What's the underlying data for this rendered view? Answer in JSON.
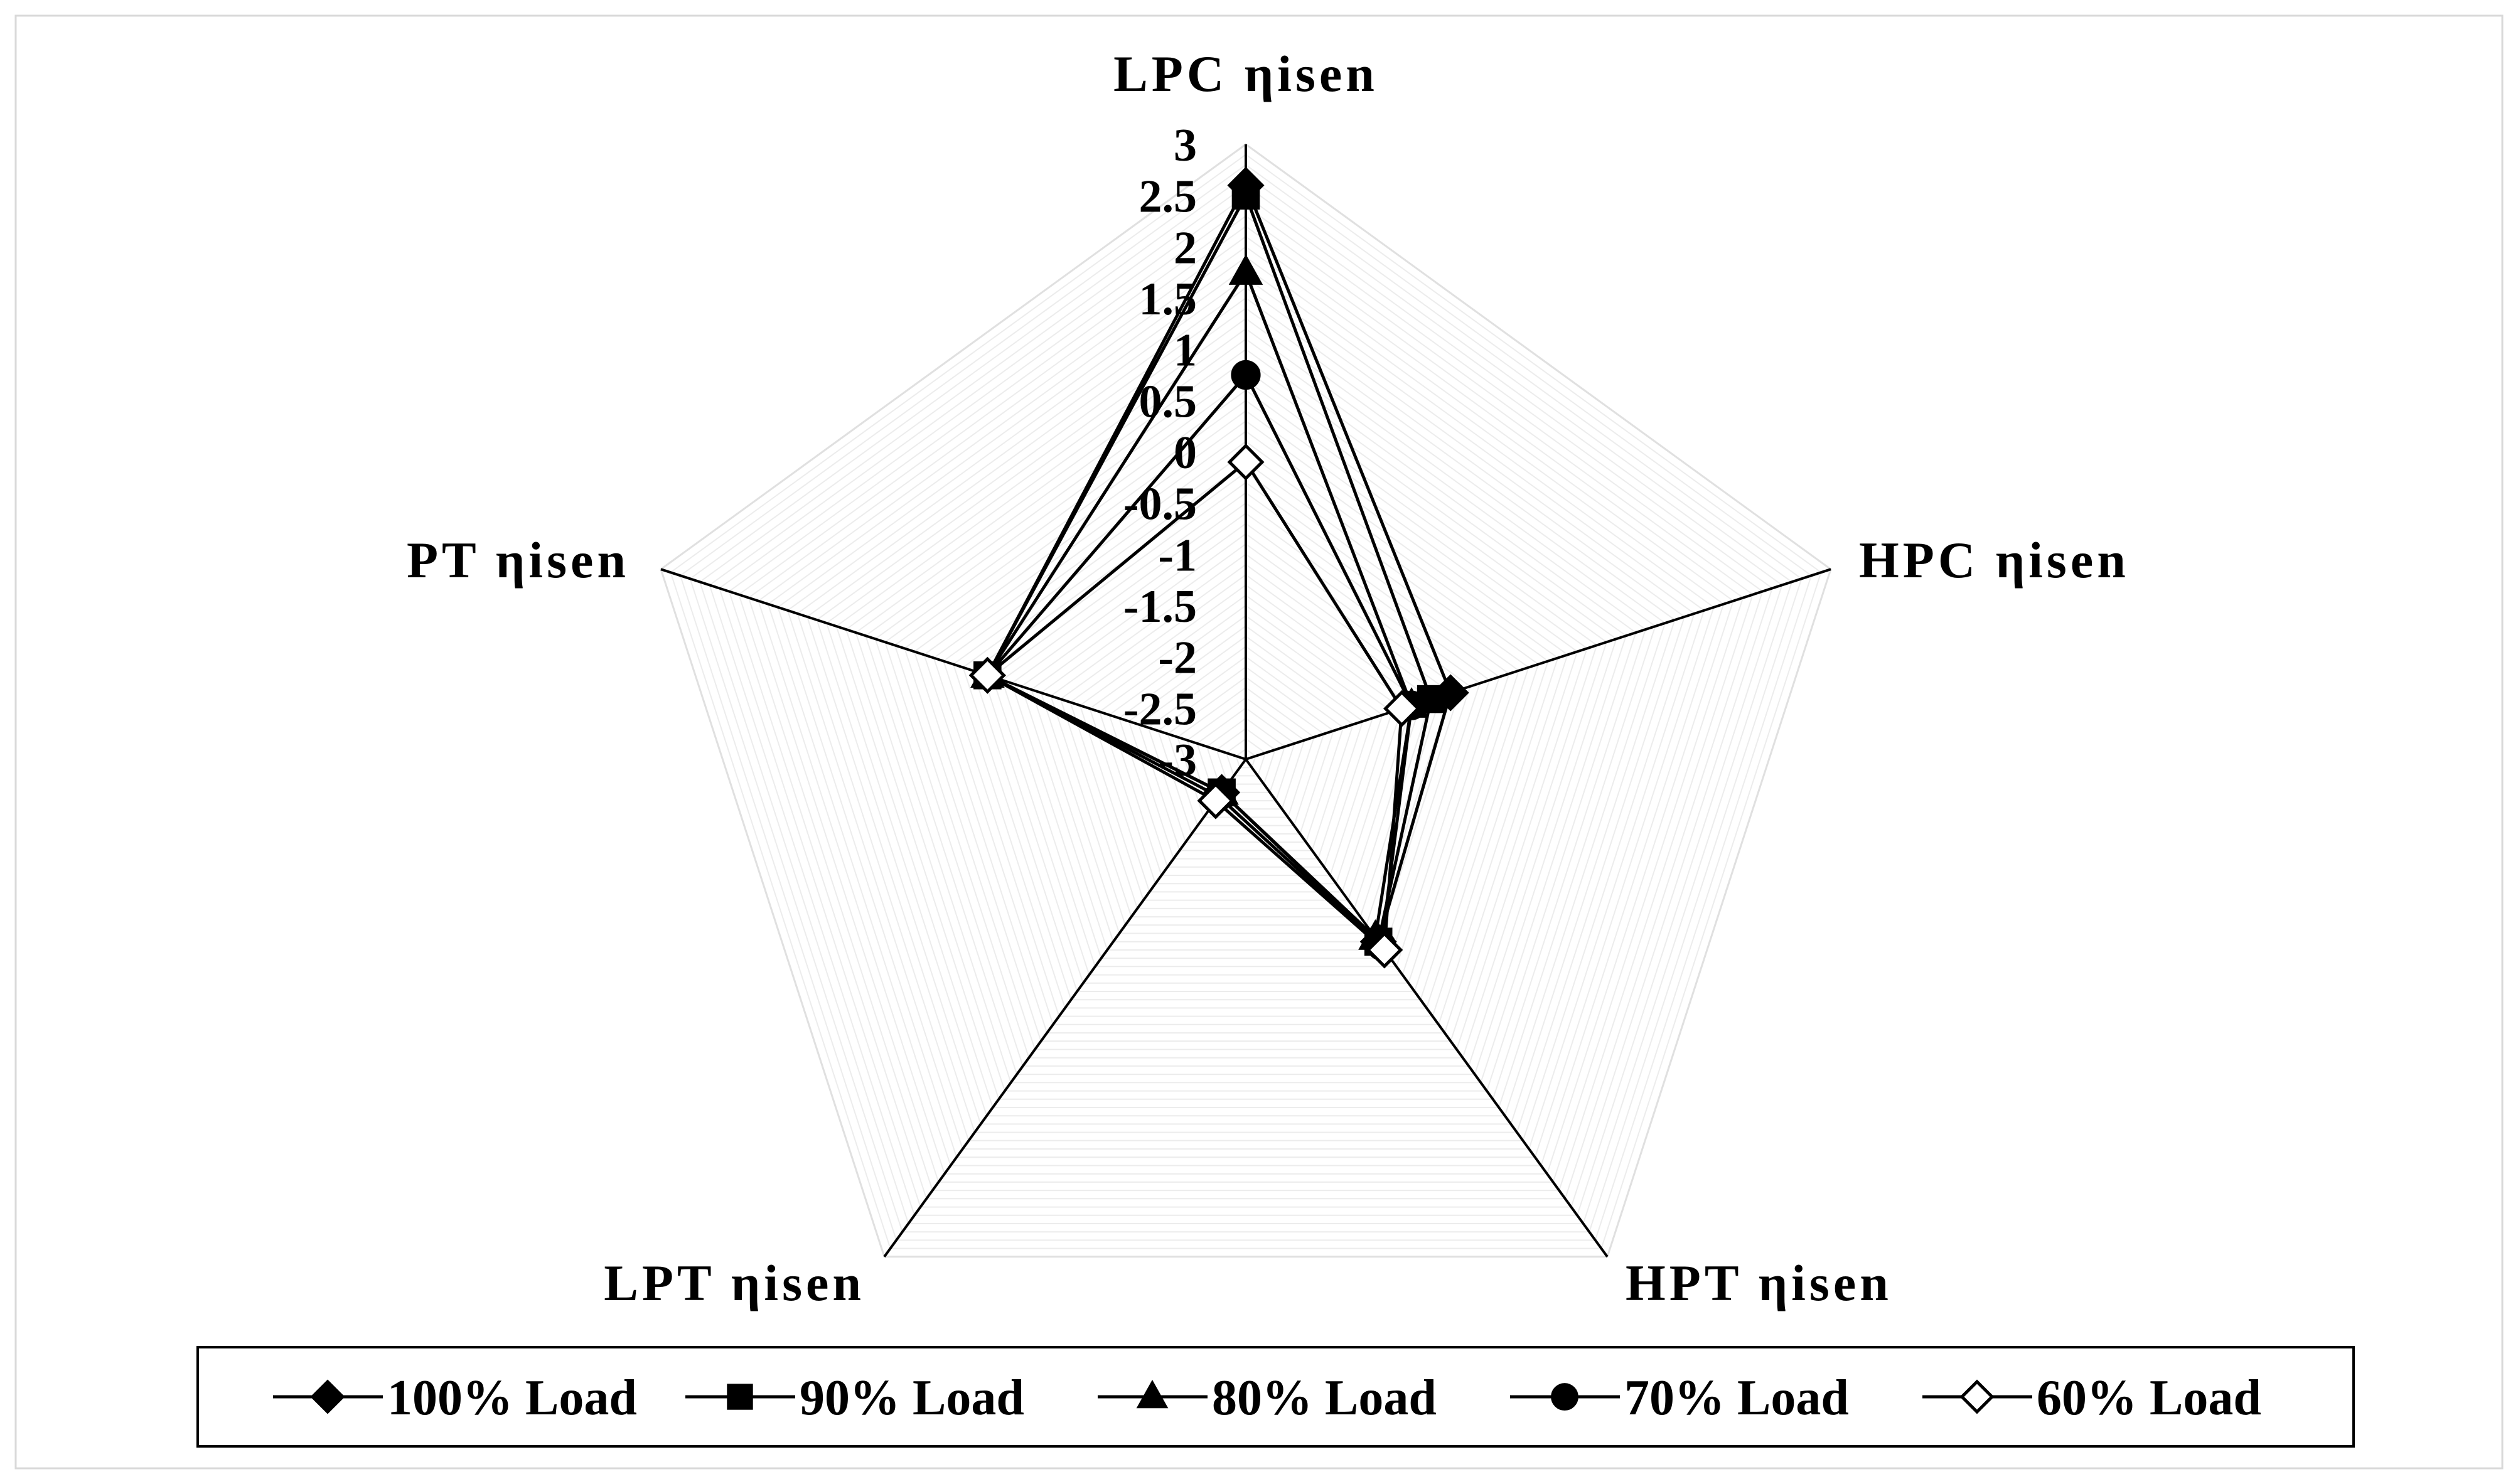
{
  "chart_data": {
    "type": "radar",
    "axes": [
      "LPC ηisen",
      "HPC ηisen",
      "HPT ηisen",
      "LPT ηisen",
      "PT ηisen"
    ],
    "r_ticks": [
      "3",
      "2.5",
      "2",
      "1.5",
      "1",
      "0.5",
      "0",
      "-0.5",
      "-1",
      "-1.5",
      "-2",
      "-2.5",
      "-3"
    ],
    "rlim": [
      -3,
      3
    ],
    "r_tick_step": 0.5,
    "grid": true,
    "legend_position": "bottom",
    "series": [
      {
        "name": "100% Load",
        "marker": "filled-diamond",
        "values": [
          2.6,
          -0.9,
          -0.8,
          -2.6,
          -0.35
        ]
      },
      {
        "name": "90% Load",
        "marker": "filled-square",
        "values": [
          2.5,
          -1.1,
          -0.8,
          -2.6,
          -0.35
        ]
      },
      {
        "name": "80% Load",
        "marker": "filled-triangle",
        "values": [
          1.75,
          -1.3,
          -0.85,
          -2.6,
          -0.35
        ]
      },
      {
        "name": "70% Load",
        "marker": "filled-circle",
        "values": [
          0.75,
          -1.3,
          -0.75,
          -2.55,
          -0.35
        ]
      },
      {
        "name": "60% Load",
        "marker": "open-diamond",
        "values": [
          -0.1,
          -1.4,
          -0.7,
          -2.5,
          -0.35
        ]
      }
    ]
  }
}
